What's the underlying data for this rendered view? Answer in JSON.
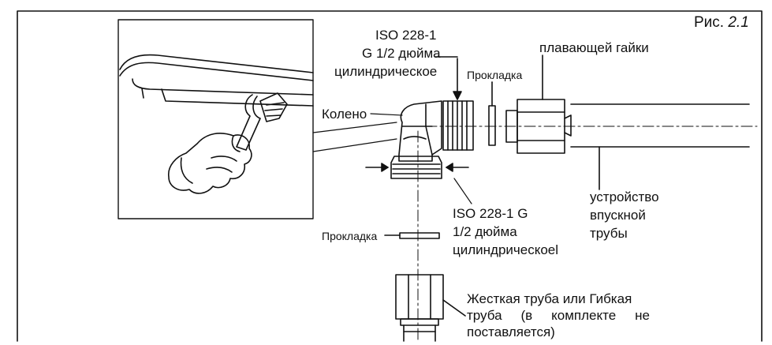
{
  "figure": {
    "prefix": "Рис.",
    "number": "2.1"
  },
  "labels": {
    "iso_top_1": "ISO 228-1",
    "iso_top_2": "G 1/2 дюйма",
    "iso_top_3": "цилиндрическое",
    "nut": "плавающей гайки",
    "gasket_top": "Прокладка",
    "elbow": "Колено",
    "inlet_1": "устройство",
    "inlet_2": "впускной",
    "inlet_3": "трубы",
    "iso_bot_1": "ISO 228-1 G",
    "iso_bot_2": "1/2 дюйма",
    "iso_bot_3": "цилиндрическоеl",
    "gasket_bottom": "Прокладка",
    "pipe_1": "Жесткая труба или Гибкая",
    "pipe_2": "труба (в комплекте не",
    "pipe_3": "поставляется)"
  }
}
